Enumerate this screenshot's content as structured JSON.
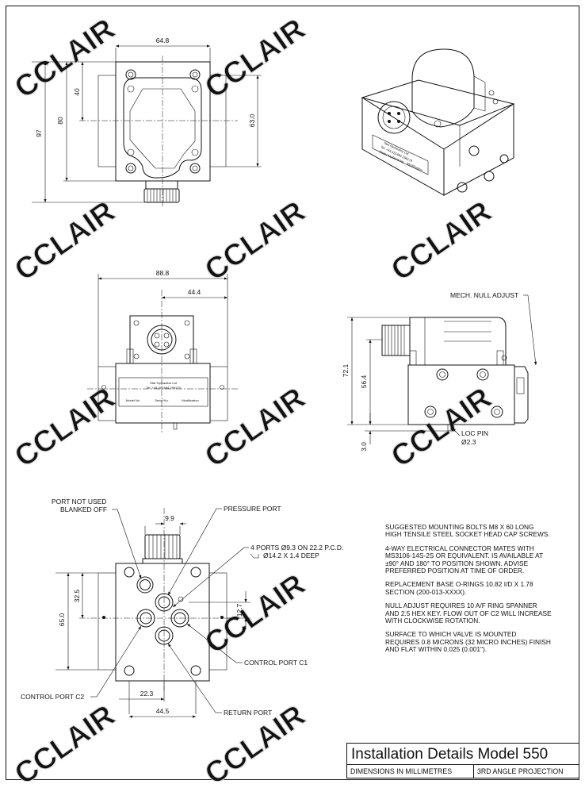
{
  "watermark": {
    "text": "CCLAIR"
  },
  "top_view": {
    "dims": {
      "width": "64.8",
      "height_overall": "97",
      "height_body": "80",
      "height_half": "40",
      "height_right": "63.0"
    }
  },
  "iso_view": {
    "plate_lines": [
      "Star Hydraulics Ltd",
      "Tel: +44 (0)1684 299179",
      "Model No.",
      "Serial No.",
      "Modification"
    ]
  },
  "front_view": {
    "dims": {
      "width": "88.8",
      "half_width": "44.4"
    },
    "plate_lines": [
      "Star Hydraulics Ltd",
      "Tel: +44 (0)1684 299179",
      "Model No.",
      "Serial No.",
      "Modification"
    ]
  },
  "side_view": {
    "dims": {
      "height": "72.1",
      "mid": "56.4",
      "pin": "3.0"
    },
    "labels": {
      "null_adjust": "MECH. NULL ADJUST",
      "loc_pin": "LOC PIN",
      "loc_pin_dia": "Ø2.3"
    }
  },
  "bottom_view": {
    "dims": {
      "top": "9.9",
      "left_half": "32.5",
      "left": "65.0",
      "right": "12.7",
      "bottom_half": "22.3",
      "bottom": "44.5"
    },
    "labels": {
      "port_not_used_1": "PORT NOT USED",
      "port_not_used_2": "BLANKED OFF",
      "pressure": "PRESSURE PORT",
      "ports_1": "4 PORTS Ø9.3 ON 22.2 P.C.D.",
      "ports_2": "Ø14.2 X 1.4 DEEP",
      "control_c1": "CONTROL PORT C1",
      "control_c2": "CONTROL PORT C2",
      "return": "RETURN PORT"
    }
  },
  "notes": [
    "SUGGESTED MOUNTING BOLTS M8 X 60 LONG HIGH TENSILE STEEL SOCKET HEAD CAP SCREWS.",
    "4-WAY ELECTRICAL CONNECTOR MATES WITH MS3106-14S-2S OR EQUIVALENT. IS AVAILABLE AT ±90° AND 180° TO POSITION SHOWN. ADVISE PREFERRED POSITION AT TIME OF ORDER.",
    "REPLACEMENT BASE O-RINGS 10.82 I/D X 1.78 SECTION (200-013-XXXX).",
    "NULL ADJUST REQUIRES 10 A/F RING SPANNER AND 2.5 HEX KEY. FLOW OUT OF C2 WILL INCREASE WITH CLOCKWISE ROTATION.",
    "SURFACE TO WHICH VALVE IS MOUNTED REQUIRES 0.8 MICRONS (32 MICRO INCHES) FINISH AND FLAT WITHIN 0.025 (0.001\")."
  ],
  "title_block": {
    "title": "Installation Details Model 550",
    "units": "DIMENSIONS IN MILLIMETRES",
    "projection": "3RD ANGLE PROJECTION"
  }
}
